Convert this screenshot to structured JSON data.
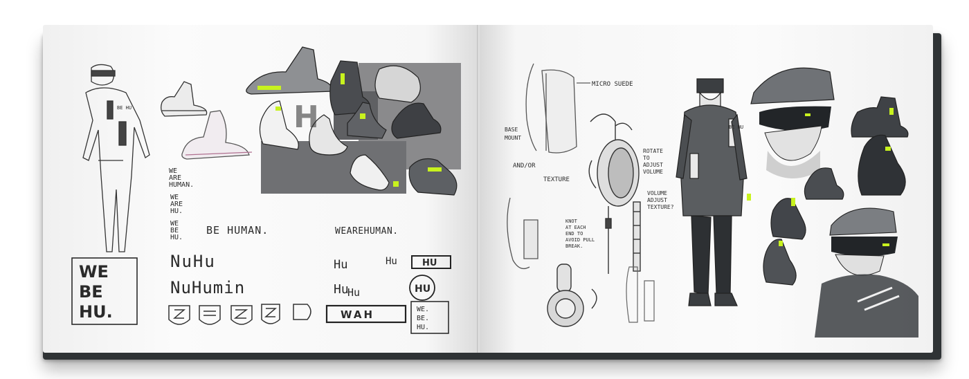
{
  "left_page": {
    "slogans": {
      "we_are_human": [
        "WE",
        "ARE",
        "HUMAN."
      ],
      "we_are_hu": [
        "WE",
        "ARE",
        "HU."
      ],
      "we_be_hu_small": [
        "WE",
        "BE",
        "HU."
      ],
      "be_human": "BE HUMAN.",
      "wearehuman": "WEAREHUMAN."
    },
    "logo_block": [
      "WE",
      "BE",
      "HU."
    ],
    "wordmarks": {
      "nuhu": "NuHu",
      "nuhumin": "NuHumin",
      "hu_1": "Hu",
      "hu_2": "Hu",
      "hu_box": "HU",
      "hu_plain": "Hu",
      "hu_man": "Hu",
      "hu_circle": "HU",
      "wah": "WAH",
      "box_webehu": [
        "WE.",
        "BE.",
        "HU."
      ]
    },
    "figure_badge": "BE HU"
  },
  "right_page": {
    "annotations": {
      "micro_suede": "MICRO SUEDE",
      "base_mount": [
        "BASE",
        "MOUNT"
      ],
      "andor": "AND/OR",
      "texture": "TEXTURE",
      "rotate": [
        "ROTATE",
        "TO",
        "ADJUST",
        "VOLUME"
      ],
      "volume": [
        "VOLUME",
        "ADJUST",
        "TEXTURE?"
      ],
      "knot": [
        "KNOT",
        "AT EACH",
        "END TO",
        "AVOID PULL",
        "BREAK."
      ]
    },
    "jacket_badge": "BE HU"
  },
  "colors": {
    "ink": "#2a2a2a",
    "gray_fill": "#5a5d60",
    "dark_fill": "#3b3e41",
    "neon": "#c8f21e"
  }
}
